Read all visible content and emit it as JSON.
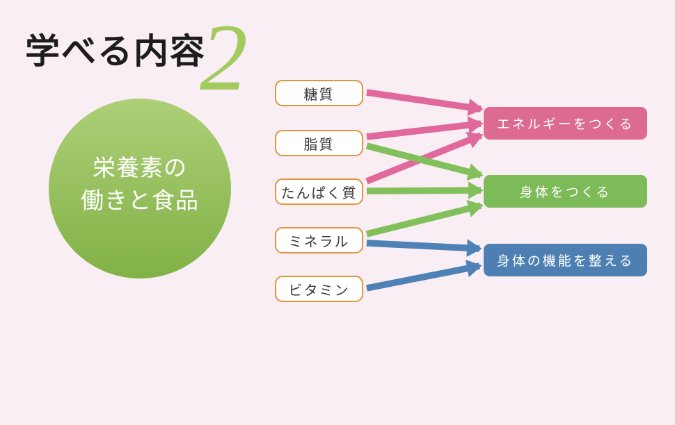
{
  "page": {
    "background": "#f9eef3"
  },
  "header": {
    "title": "学べる内容",
    "title_color": "#1d1d1d",
    "number": "2",
    "number_color": "#a3ca5f"
  },
  "topic_circle": {
    "line1": "栄養素の",
    "line2": "働きと食品",
    "text_color": "#ffffff",
    "gradient_top": "#adcf78",
    "gradient_bottom": "#81b146"
  },
  "diagram": {
    "nutrients": [
      {
        "id": "sugar",
        "label": "糖質"
      },
      {
        "id": "lipid",
        "label": "脂質"
      },
      {
        "id": "protein",
        "label": "たんぱく質"
      },
      {
        "id": "mineral",
        "label": "ミネラル"
      },
      {
        "id": "vitamin",
        "label": "ビタミン"
      }
    ],
    "nutrient_box_style": {
      "border_color": "#e2953d",
      "fill": "#ffffff",
      "text_color": "#3a3a3a"
    },
    "functions": [
      {
        "id": "energy",
        "label": "エネルギーをつくる",
        "color": "#dc6a91"
      },
      {
        "id": "body",
        "label": "身体をつくる",
        "color": "#7dbb58"
      },
      {
        "id": "regulate",
        "label": "身体の機能を整える",
        "color": "#4d7fb2"
      }
    ],
    "arrow_colors": {
      "pink": "#e0689b",
      "green": "#82c05c",
      "blue": "#4e81b5"
    },
    "connections": [
      {
        "from": "sugar",
        "to": "energy",
        "color": "pink"
      },
      {
        "from": "lipid",
        "to": "energy",
        "color": "pink"
      },
      {
        "from": "protein",
        "to": "energy",
        "color": "pink"
      },
      {
        "from": "lipid",
        "to": "body",
        "color": "green"
      },
      {
        "from": "protein",
        "to": "body",
        "color": "green"
      },
      {
        "from": "mineral",
        "to": "body",
        "color": "green"
      },
      {
        "from": "mineral",
        "to": "regulate",
        "color": "blue"
      },
      {
        "from": "vitamin",
        "to": "regulate",
        "color": "blue"
      }
    ]
  }
}
